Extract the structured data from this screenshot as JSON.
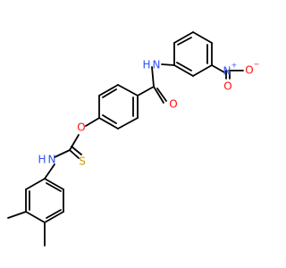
{
  "structure": {
    "atoms": [
      {
        "name": "n-amide",
        "label": "N",
        "color": "#3050F8"
      },
      {
        "name": "h-amide",
        "label": "H",
        "color": "#3050F8"
      },
      {
        "name": "n-nitro",
        "label": "N",
        "color": "#3050F8"
      },
      {
        "name": "plus-charge",
        "label": "+",
        "color": "#3050F8"
      },
      {
        "name": "o-nitro-a",
        "label": "O",
        "color": "#FF0D0D"
      },
      {
        "name": "minus-charge",
        "label": "−",
        "color": "#FF0D0D"
      },
      {
        "name": "o-nitro-b",
        "label": "O",
        "color": "#FF0D0D"
      },
      {
        "name": "o-carbonyl",
        "label": "O",
        "color": "#FF0D0D"
      },
      {
        "name": "o-ester",
        "label": "O",
        "color": "#FF0D0D"
      },
      {
        "name": "s-thio",
        "label": "S",
        "color": "#C8A000"
      },
      {
        "name": "n-thio",
        "label": "N",
        "color": "#3050F8"
      },
      {
        "name": "h-thio",
        "label": "H",
        "color": "#3050F8"
      }
    ]
  }
}
